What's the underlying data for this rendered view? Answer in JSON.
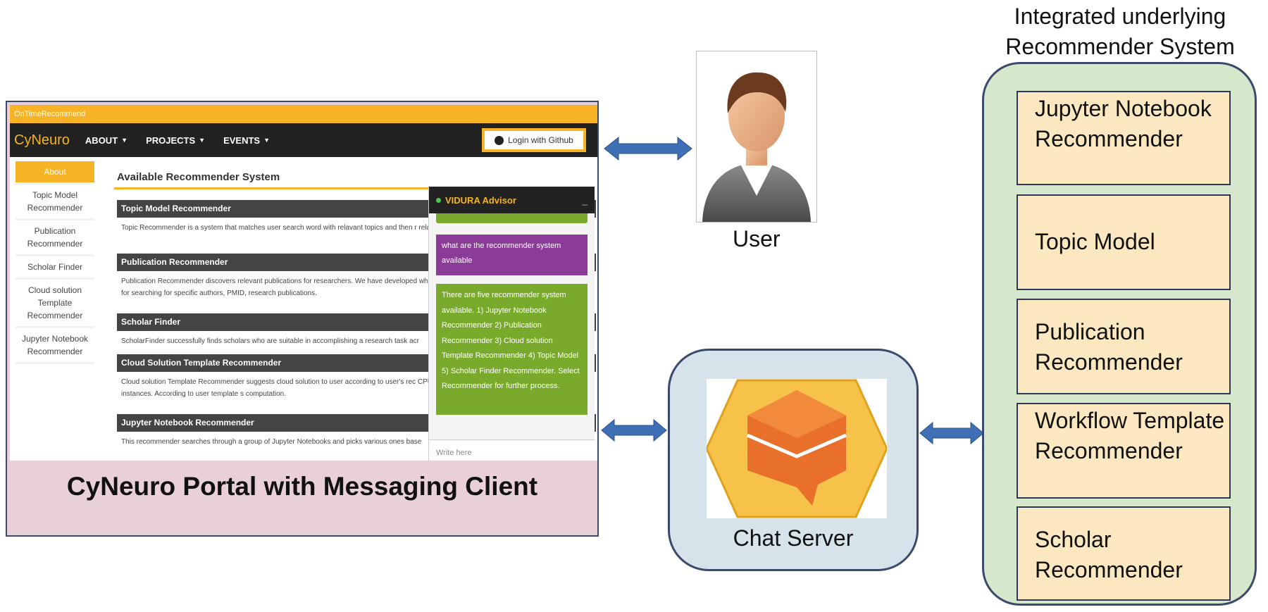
{
  "portal": {
    "caption": "CyNeuro Portal with Messaging Client",
    "ontime_label": "OnTimeRecommend",
    "brand": "CyNeuro",
    "nav": [
      "ABOUT",
      "PROJECTS",
      "EVENTS"
    ],
    "login_label": "Login with Github",
    "sidebar": [
      "About",
      "Topic Model Recommender",
      "Publication Recommender",
      "Scholar Finder",
      "Cloud solution Template Recommender",
      "Jupyter Notebook Recommender"
    ],
    "main_title": "Available Recommender System",
    "sections": [
      {
        "title": "Topic Model Recommender",
        "body": "Topic Recommender is a system that matches user search word with relavant topics and then r relavant to their reaserach intention."
      },
      {
        "title": "Publication Recommender",
        "body": "Publication Recommender discovers relevant publications for researchers. We have developed which is based on content-based filtering. This filter is for searching for specific authors, PMID, research publications."
      },
      {
        "title": "Scholar Finder",
        "body": "ScholarFinder successfully finds scholars who are suitable in accomplishing a research task acr"
      },
      {
        "title": "Cloud Solution Template Recommender",
        "body": "Cloud solution Template Recommender suggests cloud solution to user according to user's rec CPU, memory, networking, cost, duration, etc of instances. According to user template s computation."
      },
      {
        "title": "Jupyter Notebook Recommender",
        "body": "This recommender searches through a group of Jupyter Notebooks and picks various ones base"
      }
    ],
    "chat": {
      "title": "VIDURA Advisor",
      "minimize": "_",
      "user_message": "what are the recommender system available",
      "bot_message": "There are five recommender system available. 1) Jupyter Notebook Recommender 2) Publication Recommender 3) Cloud solution Template Recommender 4) Topic Model 5) Scholar Finder Recommender. Select Recommender for further process.",
      "input_placeholder": "Write here"
    }
  },
  "user": {
    "label": "User"
  },
  "chat_server": {
    "label": "Chat Server"
  },
  "recommender": {
    "title": "Integrated underlying Recommender System",
    "items": [
      "Jupyter Notebook Recommender",
      "Topic Model",
      "Publication Recommender",
      "Workflow Template Recommender",
      "Scholar Recommender"
    ]
  },
  "colors": {
    "accent_orange": "#f5b325",
    "arrow_blue": "#3f6fb5",
    "chat_purple": "#8a3c98",
    "chat_green": "#7aaa2c",
    "server_bg": "#d6e3ea",
    "recommender_bg": "#d5e8cc",
    "recommender_box": "#fbe8c0",
    "portal_caption_bg": "#e8cfd8"
  }
}
